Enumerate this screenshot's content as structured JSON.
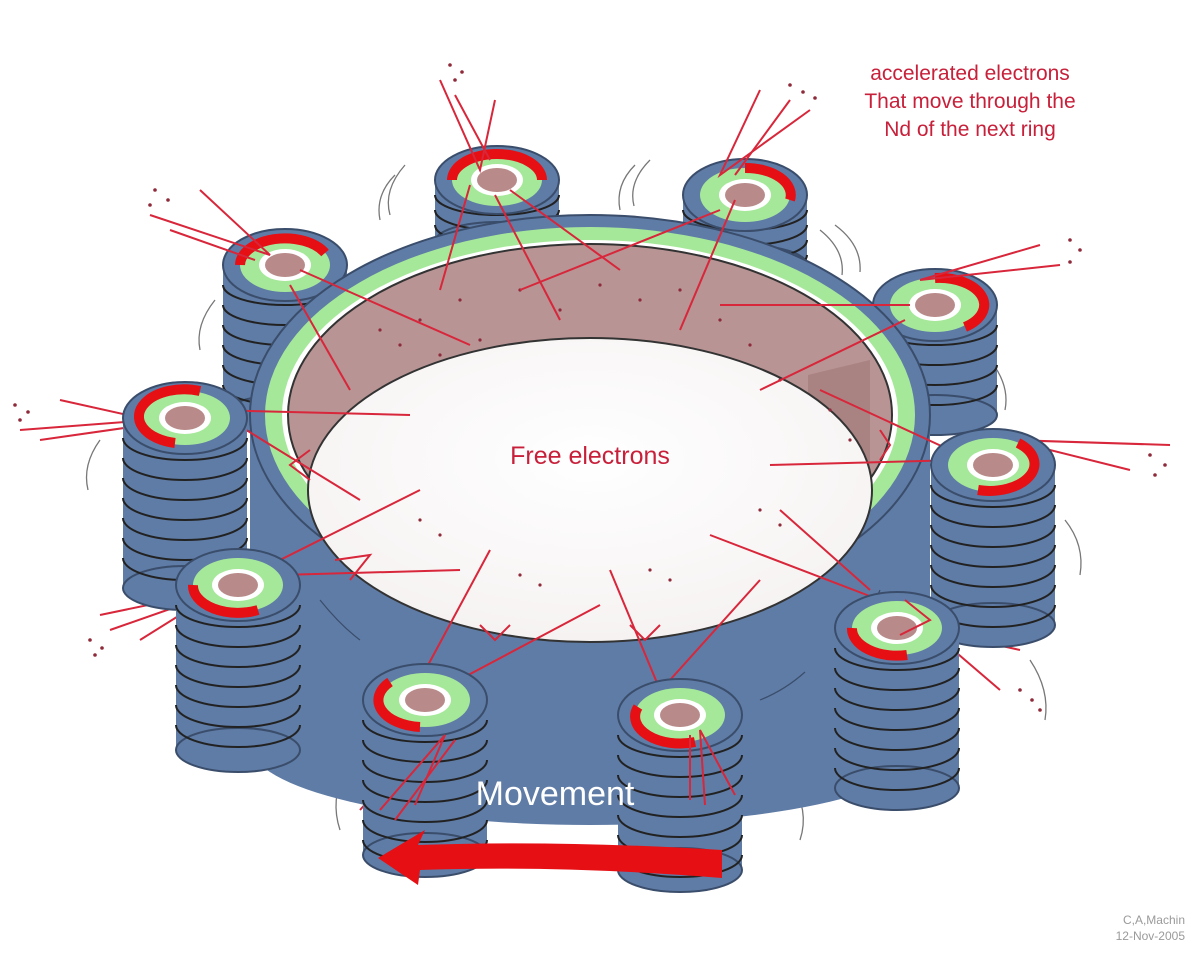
{
  "annotations": {
    "accelerated_electrons": [
      "accelerated electrons",
      "That move through the",
      "Nd of the next ring"
    ],
    "free_electrons": "Free electrons",
    "movement": "Movement"
  },
  "credit": {
    "author": "C,A,Machin",
    "date": "12-Nov-2005"
  },
  "colors": {
    "steel": "#5f7ca6",
    "steel_dark": "#3a4d6b",
    "green_band": "#a6e89a",
    "magnet_core": "#b88a8a",
    "electron_red": "#d8263a",
    "arrow_red": "#e60f14"
  }
}
